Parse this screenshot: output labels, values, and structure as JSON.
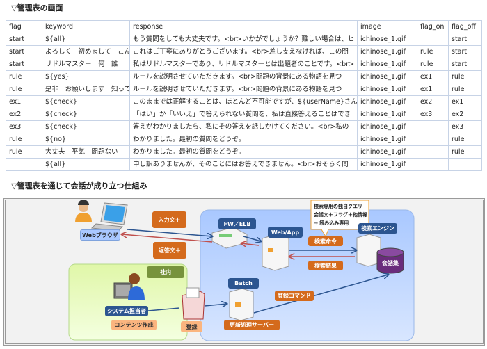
{
  "headings": {
    "table_title": "▽管理表の画面",
    "diagram_title": "▽管理表を通じて会話が成り立つ仕組み"
  },
  "table": {
    "columns": [
      "flag",
      "keyword",
      "response",
      "image",
      "flag_on",
      "flag_off"
    ],
    "rows": [
      [
        "start",
        "${all}",
        "もう質問をしても大丈夫です。<br>いかがでしょうか？難しい場合は、ヒ",
        "ichinose_1.gif",
        "",
        "start"
      ],
      [
        "start",
        "よろしく　初めまして　こんにちは",
        "これはご丁寧にありがとうございます。<br>差し支えなければ、この問",
        "ichinose_1.gif",
        "rule",
        "start"
      ],
      [
        "start",
        "リドルマスター　何　誰",
        "私はリドルマスターであり、リドルマスターとは出題者のことです。<br>",
        "ichinose_1.gif",
        "rule",
        "start"
      ],
      [
        "rule",
        "${yes}",
        "ルールを説明させていただきます。<br>問題の背景にある物語を見つ",
        "ichinose_1.gif",
        "ex1",
        "rule"
      ],
      [
        "rule",
        "是非　お願いします　知っている",
        "ルールを説明させていただきます。<br>問題の背景にある物語を見つ",
        "ichinose_1.gif",
        "ex1",
        "rule"
      ],
      [
        "ex1",
        "${check}",
        "このままでは正解することは、ほとんど不可能ですが、${userName}さん",
        "ichinose_1.gif",
        "ex2",
        "ex1"
      ],
      [
        "ex2",
        "${check}",
        "「はい」か「いいえ」で答えられない質問を、私は直接答えることはでき",
        "ichinose_1.gif",
        "ex3",
        "ex2"
      ],
      [
        "ex3",
        "${check}",
        "答えがわかりましたら、私にその答えを話しかけてください。<br>私の",
        "ichinose_1.gif",
        "",
        "ex3"
      ],
      [
        "rule",
        "${no}",
        "わかりました。最初の質問をどうぞ。",
        "ichinose_1.gif",
        "",
        "rule"
      ],
      [
        "rule",
        "大丈夫　平気　問題ない",
        "わかりました。最初の質問をどうぞ。",
        "ichinose_1.gif",
        "",
        "rule"
      ],
      [
        "",
        "${all}",
        "申し訳ありませんが、そのことにはお答えできません。<br>おそらく問",
        "ichinose_1.gif",
        "",
        ""
      ]
    ]
  },
  "diagram": {
    "web_browser": "Webブラウザ",
    "input": "入力文＋",
    "reply": "返答文＋",
    "internal": "社内",
    "sys_admin": "システム担当者",
    "content_creation": "コンテンツ作成",
    "register": "登録",
    "fw_elb": "FW／ELB",
    "web_app": "Web/App",
    "callout": [
      "検索専用の独自クエリ",
      "会話文＋フラグ＋他情報",
      "→ 読み込み専用"
    ],
    "search_cmd": "検索命令",
    "search_result": "検索結果",
    "search_engine": "検索エンジン",
    "corpus": "会話集",
    "batch": "Batch",
    "register_cmd": "登録コマンド",
    "update_server": "更新処理サーバー"
  }
}
